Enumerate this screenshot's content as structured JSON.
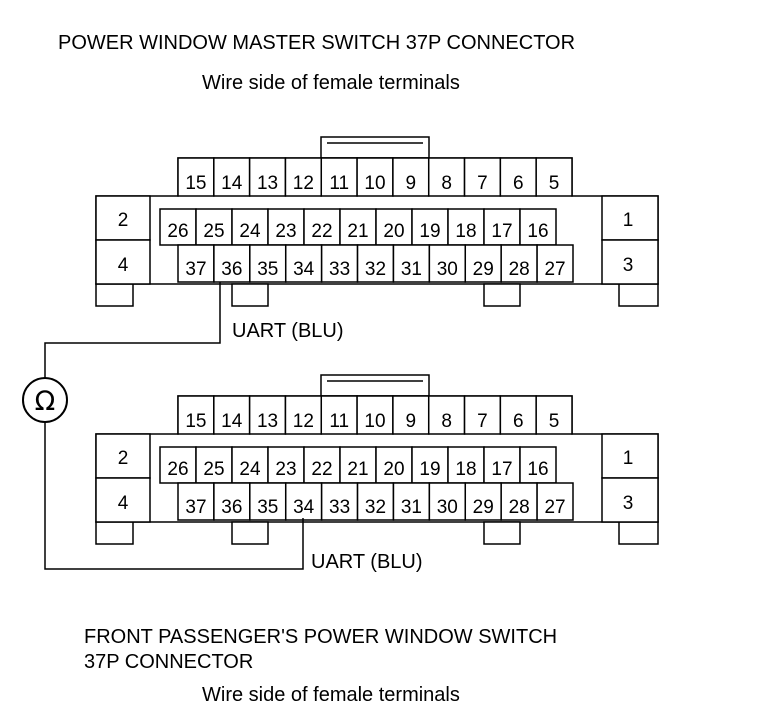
{
  "top_connector": {
    "title": "POWER WINDOW MASTER SWITCH 37P CONNECTOR",
    "subtitle": "Wire side of female terminals",
    "row1": [
      "15",
      "14",
      "13",
      "12",
      "11",
      "10",
      "9",
      "8",
      "7",
      "6",
      "5"
    ],
    "row2": [
      "26",
      "25",
      "24",
      "23",
      "22",
      "21",
      "20",
      "19",
      "18",
      "17",
      "16"
    ],
    "row3": [
      "37",
      "36",
      "35",
      "34",
      "33",
      "32",
      "31",
      "30",
      "29",
      "28",
      "27"
    ],
    "left_cells": [
      "2",
      "4"
    ],
    "right_cells": [
      "1",
      "3"
    ],
    "wire_label": "UART (BLU)"
  },
  "bottom_connector": {
    "title_line1": "FRONT PASSENGER'S POWER WINDOW SWITCH",
    "title_line2": "37P CONNECTOR",
    "subtitle": "Wire side of female terminals",
    "row1": [
      "15",
      "14",
      "13",
      "12",
      "11",
      "10",
      "9",
      "8",
      "7",
      "6",
      "5"
    ],
    "row2": [
      "26",
      "25",
      "24",
      "23",
      "22",
      "21",
      "20",
      "19",
      "18",
      "17",
      "16"
    ],
    "row3": [
      "37",
      "36",
      "35",
      "34",
      "33",
      "32",
      "31",
      "30",
      "29",
      "28",
      "27"
    ],
    "left_cells": [
      "2",
      "4"
    ],
    "right_cells": [
      "1",
      "3"
    ],
    "wire_label": "UART (BLU)"
  },
  "meter": {
    "symbol": "Ω"
  }
}
